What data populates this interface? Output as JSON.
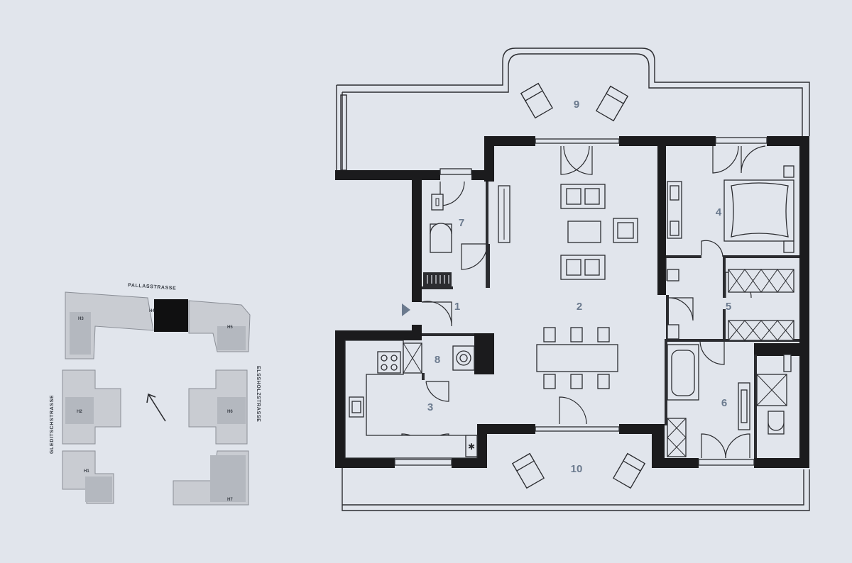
{
  "floorplan": {
    "rooms": [
      {
        "id": "r1",
        "label": "1"
      },
      {
        "id": "r2",
        "label": "2"
      },
      {
        "id": "r3",
        "label": "3"
      },
      {
        "id": "r4",
        "label": "4"
      },
      {
        "id": "r5",
        "label": "5"
      },
      {
        "id": "r6",
        "label": "6"
      },
      {
        "id": "r7",
        "label": "7"
      },
      {
        "id": "r8",
        "label": "8"
      },
      {
        "id": "r9",
        "label": "9"
      },
      {
        "id": "r10",
        "label": "10"
      }
    ],
    "colors": {
      "wall": "#1b1b1d",
      "background": "#e1e5ec",
      "room_number": "#6b7a8e",
      "entrance_marker": "#6b7a8e"
    }
  },
  "site_plan": {
    "streets": {
      "north": "PALLASSTRASSE",
      "west": "GLEDITSCHSTRASSE",
      "east": "ELSSHOLZSTRASSE"
    },
    "buildings": [
      "H1",
      "H2",
      "H3",
      "H4",
      "H5",
      "H6",
      "H7"
    ],
    "highlighted_building": "H4",
    "north_arrow_icon": "arrow-icon"
  }
}
